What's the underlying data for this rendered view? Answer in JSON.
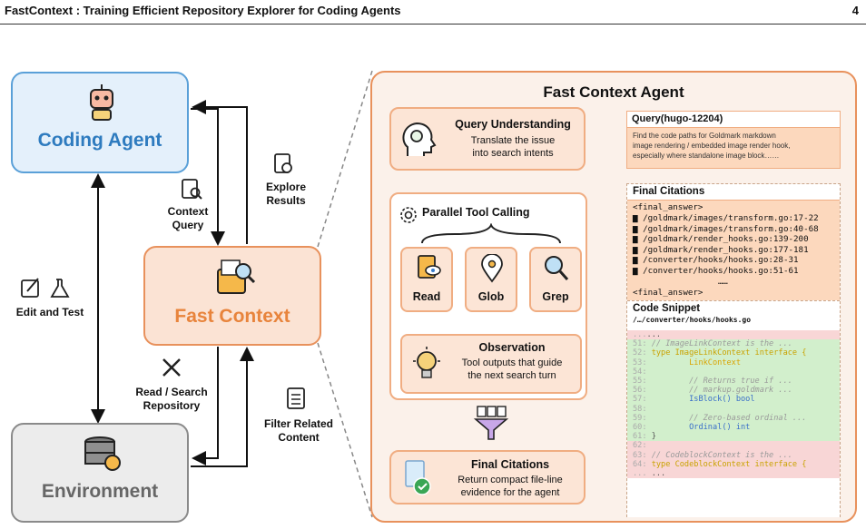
{
  "header": {
    "title": "FastContext : Training Efficient Repository Explorer for Coding Agents",
    "page": "4"
  },
  "coding_agent": {
    "label": "Coding Agent"
  },
  "environment": {
    "label": "Environment"
  },
  "fast_context": {
    "label": "Fast Context"
  },
  "edges": {
    "edit_test": "Edit and Test",
    "context_query": [
      "Context",
      "Query"
    ],
    "explore_results": [
      "Explore",
      "Results"
    ],
    "read_search": [
      "Read / Search",
      "Repository"
    ],
    "filter_related": [
      "Filter Related",
      "Content"
    ]
  },
  "agent_panel": {
    "title": "Fast Context Agent",
    "query_understanding": {
      "title": "Query Understanding",
      "desc": [
        "Translate the issue",
        "into search intents"
      ]
    },
    "parallel_tool_calling": {
      "title": "Parallel Tool Calling",
      "tools": [
        "Read",
        "Glob",
        "Grep"
      ]
    },
    "observation": {
      "title": "Observation",
      "desc": [
        "Tool outputs that guide",
        "the next search turn"
      ]
    },
    "final_citations": {
      "title": "Final Citations",
      "desc": [
        "Return compact file-line",
        "evidence for the agent"
      ]
    }
  },
  "query": {
    "title": "Query(hugo-12204)",
    "text": [
      "Find the code paths for Goldmark markdown",
      "image rendering / embedded image render hook,",
      "especially where standalone image block……"
    ]
  },
  "citations": {
    "title": "Final Citations",
    "open_tag": "<final_answer>",
    "files": [
      "/goldmark/images/transform.go:17-22",
      "/goldmark/images/transform.go:40-68",
      "/goldmark/render_hooks.go:139-200",
      "/goldmark/render_hooks.go:177-181",
      "/converter/hooks/hooks.go:28-31",
      "/converter/hooks/hooks.go:51-61"
    ],
    "ellipsis": "……",
    "close_tag": "<final_answer>"
  },
  "snippet": {
    "title": "Code Snippet",
    "path": "/…/converter/hooks/hooks.go",
    "lines": [
      {
        "n": "...",
        "code": "...",
        "hl": "red"
      },
      {
        "n": "51:",
        "code": " // ImageLinkContext is the ...",
        "hl": "green"
      },
      {
        "n": "52:",
        "code": " type ImageLinkContext interface {",
        "hl": "green"
      },
      {
        "n": "53:",
        "code": "         LinkContext",
        "hl": "green"
      },
      {
        "n": "54:",
        "code": "",
        "hl": "green"
      },
      {
        "n": "55:",
        "code": "         // Returns true if ...",
        "hl": "green"
      },
      {
        "n": "56:",
        "code": "         // markup.goldmark ...",
        "hl": "green"
      },
      {
        "n": "57:",
        "code": "         IsBlock() bool",
        "hl": "green"
      },
      {
        "n": "58:",
        "code": "",
        "hl": "green"
      },
      {
        "n": "59:",
        "code": "         // Zero-based ordinal ...",
        "hl": "green"
      },
      {
        "n": "60:",
        "code": "         Ordinal() int",
        "hl": "green"
      },
      {
        "n": "61:",
        "code": " }",
        "hl": "green"
      },
      {
        "n": "62:",
        "code": "",
        "hl": "red"
      },
      {
        "n": "63:",
        "code": " // CodeblockContext is the ...",
        "hl": "red"
      },
      {
        "n": "64:",
        "code": " type CodeblockContext interface {",
        "hl": "red"
      },
      {
        "n": "...",
        "code": " ...",
        "hl": "red"
      }
    ]
  }
}
